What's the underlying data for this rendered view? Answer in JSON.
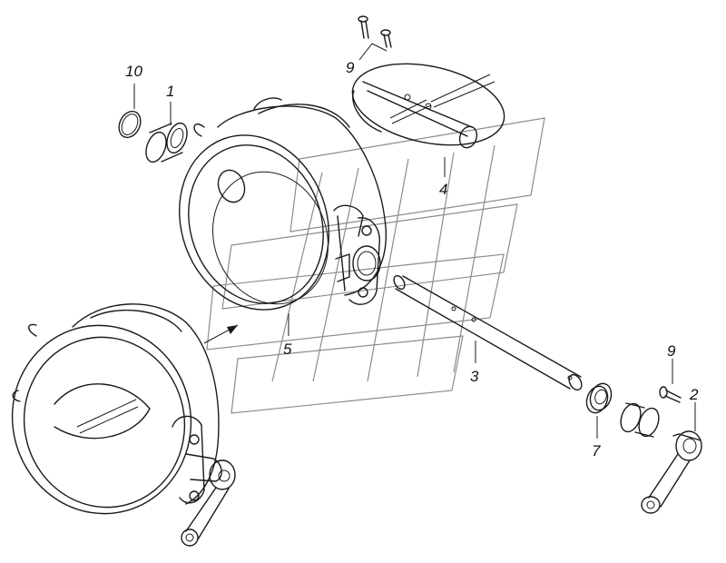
{
  "callouts": [
    {
      "id": "c10",
      "text": "10"
    },
    {
      "id": "c1",
      "text": "1"
    },
    {
      "id": "c9a",
      "text": "9"
    },
    {
      "id": "c4",
      "text": "4"
    },
    {
      "id": "c5",
      "text": "5"
    },
    {
      "id": "c3",
      "text": "3"
    },
    {
      "id": "c9b",
      "text": "9"
    },
    {
      "id": "c2",
      "text": "2"
    },
    {
      "id": "c7",
      "text": "7"
    }
  ],
  "colors": {
    "ink": "#1a1a1a",
    "watermark": "#8c8c8c",
    "background": "#ffffff"
  }
}
